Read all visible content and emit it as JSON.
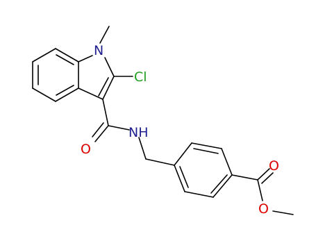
{
  "molecule": {
    "atoms": {
      "N1": "N",
      "Cl": "Cl",
      "NH": "NH",
      "O_amide": "O",
      "O_carbonyl": "O",
      "O_ester": "O"
    }
  },
  "colors": {
    "bond": "#000000",
    "nitrogen": "#1f1f8f",
    "chlorine": "#1e9e1e",
    "oxygen": "#dd0000"
  }
}
